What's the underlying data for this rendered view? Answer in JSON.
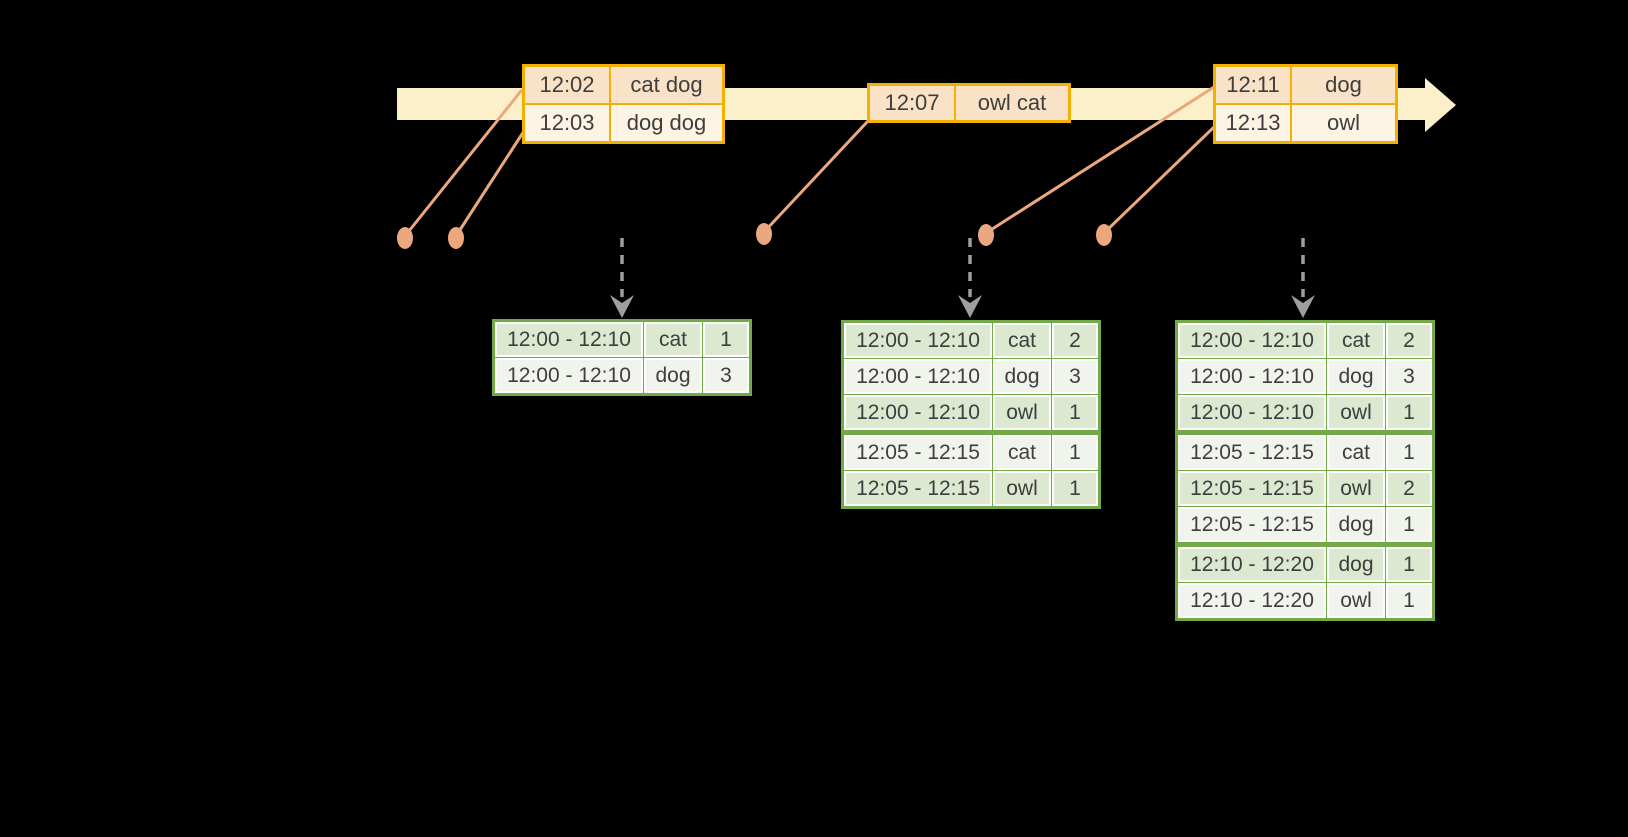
{
  "timeline": {
    "events": [
      {
        "rows": [
          {
            "time": "12:02",
            "words": "cat dog"
          },
          {
            "time": "12:03",
            "words": "dog dog"
          }
        ]
      },
      {
        "rows": [
          {
            "time": "12:07",
            "words": "owl cat"
          }
        ]
      },
      {
        "rows": [
          {
            "time": "12:11",
            "words": "dog"
          },
          {
            "time": "12:13",
            "words": "owl"
          }
        ]
      }
    ]
  },
  "result_tables": [
    {
      "rows": [
        {
          "window": "12:00 - 12:10",
          "word": "cat",
          "count": "1"
        },
        {
          "window": "12:00 - 12:10",
          "word": "dog",
          "count": "3"
        }
      ]
    },
    {
      "rows": [
        {
          "window": "12:00 - 12:10",
          "word": "cat",
          "count": "2"
        },
        {
          "window": "12:00 - 12:10",
          "word": "dog",
          "count": "3"
        },
        {
          "window": "12:00 - 12:10",
          "word": "owl",
          "count": "1"
        },
        {
          "window": "12:05 - 12:15",
          "word": "cat",
          "count": "1"
        },
        {
          "window": "12:05 - 12:15",
          "word": "owl",
          "count": "1"
        }
      ]
    },
    {
      "rows": [
        {
          "window": "12:00 - 12:10",
          "word": "cat",
          "count": "2"
        },
        {
          "window": "12:00 - 12:10",
          "word": "dog",
          "count": "3"
        },
        {
          "window": "12:00 - 12:10",
          "word": "owl",
          "count": "1"
        },
        {
          "window": "12:05 - 12:15",
          "word": "cat",
          "count": "1"
        },
        {
          "window": "12:05 - 12:15",
          "word": "owl",
          "count": "2"
        },
        {
          "window": "12:05 - 12:15",
          "word": "dog",
          "count": "1"
        },
        {
          "window": "12:10 - 12:20",
          "word": "dog",
          "count": "1"
        },
        {
          "window": "12:10 - 12:20",
          "word": "owl",
          "count": "1"
        }
      ]
    }
  ],
  "colors": {
    "background": "#000000",
    "timeline_band": "#fbf0ca",
    "event_border_gold": "#f3b000",
    "event_fill_peach": "#f9e2c6",
    "event_fill_cream": "#fdf4e3",
    "connector_salmon": "#eba87e",
    "table_border_green": "#73a946",
    "table_row_shaded": "#dce8d0",
    "table_row_light": "#f0f4ec",
    "trigger_arrow_gray": "#9e9e9e",
    "text": "#3e3e3e"
  }
}
